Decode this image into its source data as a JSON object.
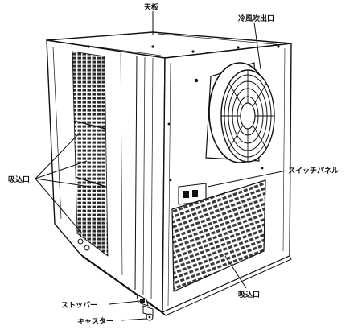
{
  "labels": {
    "top_panel": "天板",
    "cold_air_outlet": "冷風吹出口",
    "switch_panel": "スイッチパネル",
    "intake_left": "吸込口",
    "intake_front": "吸込口",
    "stopper": "ストッパー",
    "caster": "キャスター"
  },
  "colors": {
    "line": "#111111",
    "background": "#ffffff",
    "panel": "#f6f6f6",
    "grille": "#cfcfcf"
  }
}
